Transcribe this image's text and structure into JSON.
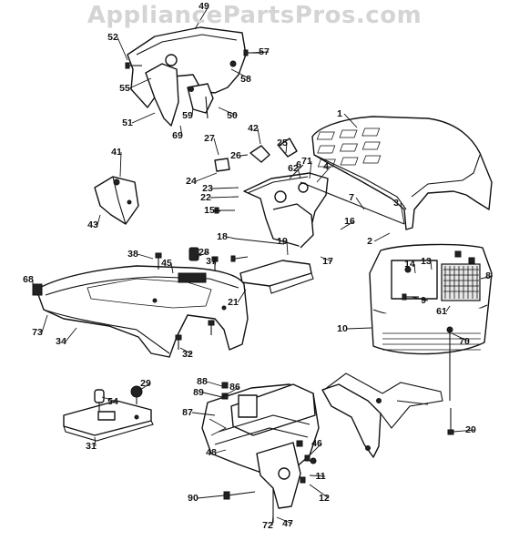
{
  "watermark": "AppliancePartsPros.com",
  "callouts": [
    "1",
    "2",
    "3",
    "4",
    "6",
    "7",
    "8",
    "9",
    "10",
    "11",
    "12",
    "13",
    "14",
    "15",
    "16",
    "17",
    "18",
    "19",
    "20",
    "21",
    "22",
    "23",
    "24",
    "25",
    "26",
    "27",
    "28",
    "29",
    "31",
    "32",
    "34",
    "37",
    "38",
    "41",
    "42",
    "43",
    "45",
    "46",
    "47",
    "48",
    "49",
    "50",
    "51",
    "52",
    "54",
    "55",
    "57",
    "58",
    "59",
    "61",
    "62",
    "68",
    "69",
    "70",
    "71",
    "72",
    "73",
    "86",
    "87",
    "88",
    "89",
    "90"
  ]
}
